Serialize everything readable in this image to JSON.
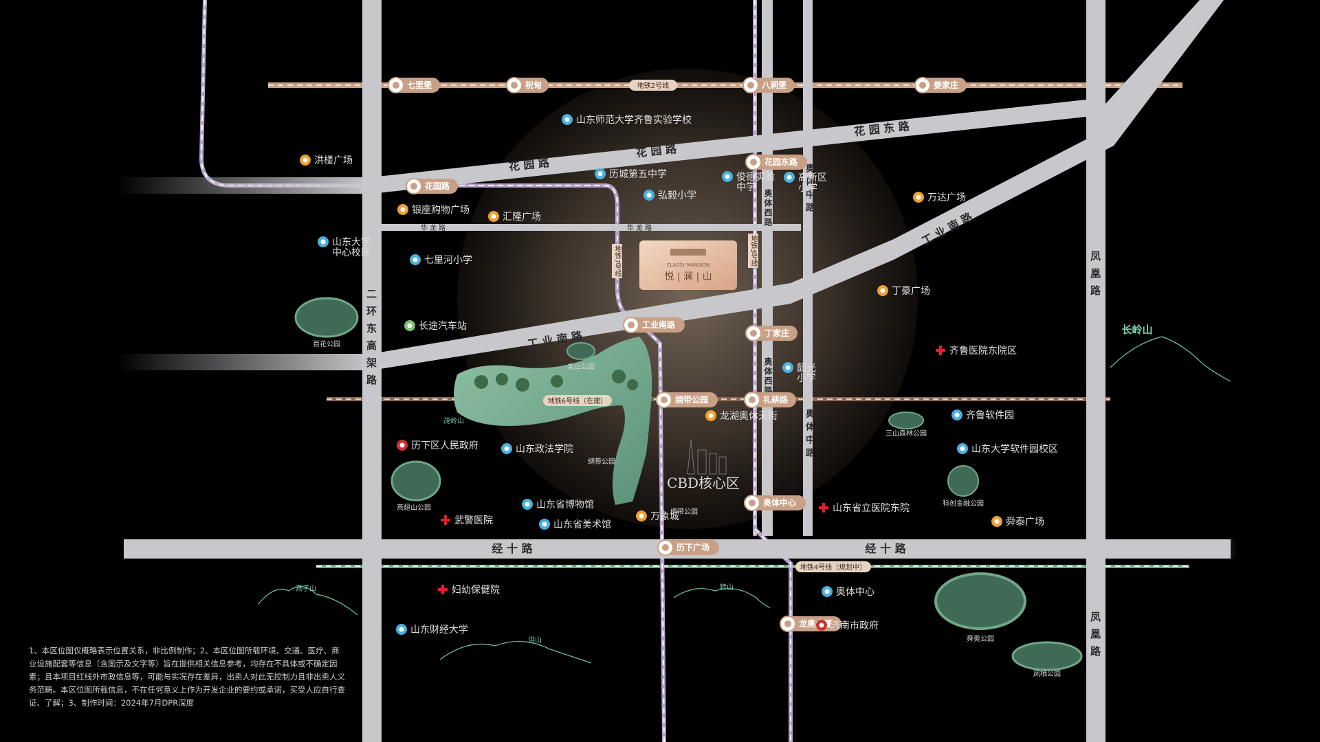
{
  "colors": {
    "background": "#000000",
    "road": "#c8c8cc",
    "metro_line": "#d9b08c",
    "station": "#c9a085",
    "park_green": "#6fa888",
    "glow": "#6a5a4c",
    "school_icon": "#4ab0e0",
    "mall_icon": "#f0a030",
    "hospital_icon": "#e02030",
    "gov_icon": "#d03030"
  },
  "roads": {
    "huayuan": "花 园 路",
    "huayuan_east": "花 园 东 路",
    "gongye_south_w": "工 业 南 路",
    "gongye_south_e": "工 业 南 路",
    "jingshi_w": "经 十 路",
    "jingshi_e": "经 十 路",
    "erhuan": "二环东高架路",
    "fenghuang_1": "凤凰路",
    "fenghuang_2": "凤凰路",
    "aoti_zhong_1": "奥体中路",
    "aoti_zhong_2": "奥体中路",
    "aoti_xi_1": "奥体西路",
    "aoti_xi_2": "奥体西路",
    "hualong_1": "华 龙 路",
    "hualong_2": "华 龙 路"
  },
  "metro": {
    "line2": "地铁2号线",
    "line6": "地铁6号线（在建）",
    "line4": "地铁4号线（规划中）",
    "line7": "地铁7号线",
    "line3": "地铁3号线"
  },
  "stations": [
    {
      "name": "七里堡"
    },
    {
      "name": "祝甸"
    },
    {
      "name": "八涧堡"
    },
    {
      "name": "姜家庄"
    },
    {
      "name": "花园路"
    },
    {
      "name": "花园东路"
    },
    {
      "name": "工业南路"
    },
    {
      "name": "丁家庄"
    },
    {
      "name": "绸带公园"
    },
    {
      "name": "礼耕路"
    },
    {
      "name": "奥体中心"
    },
    {
      "name": "历下广场"
    },
    {
      "name": "龙奥大厦"
    }
  ],
  "pois": [
    {
      "name": "山东师范大学齐鲁实验学校",
      "icon": "school-icon"
    },
    {
      "name": "洪楼广场",
      "icon": "mall-icon"
    },
    {
      "name": "历城第五中学",
      "icon": "school-icon"
    },
    {
      "name": "弘毅小学",
      "icon": "school-icon"
    },
    {
      "name": "俊德实验",
      "name2": "中学",
      "icon": "school-icon"
    },
    {
      "name": "高新区",
      "name2": "小学",
      "icon": "school-icon"
    },
    {
      "name": "银座购物广场",
      "icon": "mall-icon"
    },
    {
      "name": "汇隆广场",
      "icon": "mall-icon"
    },
    {
      "name": "万达广场",
      "icon": "mall-icon"
    },
    {
      "name": "山东大学",
      "name2": "中心校区",
      "icon": "school-icon"
    },
    {
      "name": "七里河小学",
      "icon": "school-icon"
    },
    {
      "name": "丁豪广场",
      "icon": "mall-icon"
    },
    {
      "name": "长途汽车站",
      "icon": "bus-icon"
    },
    {
      "name": "齐鲁医院东院区",
      "icon": "hospital-icon"
    },
    {
      "name": "韶光",
      "name2": "小学",
      "icon": "school-icon"
    },
    {
      "name": "龙湖奥体天街",
      "icon": "mall-icon"
    },
    {
      "name": "齐鲁软件园",
      "icon": "tech-icon"
    },
    {
      "name": "历下区人民政府",
      "icon": "gov-icon"
    },
    {
      "name": "山东政法学院",
      "icon": "school-icon"
    },
    {
      "name": "山东大学软件园校区",
      "icon": "school-icon"
    },
    {
      "name": "山东省博物馆",
      "icon": "museum-icon"
    },
    {
      "name": "武警医院",
      "icon": "hospital-icon"
    },
    {
      "name": "山东省美术馆",
      "icon": "museum-icon"
    },
    {
      "name": "万象城",
      "icon": "mall-icon"
    },
    {
      "name": "山东省立医院东院",
      "icon": "hospital-icon"
    },
    {
      "name": "舜泰广场",
      "icon": "mall-icon"
    },
    {
      "name": "妇幼保健院",
      "icon": "hospital-icon"
    },
    {
      "name": "奥体中心",
      "icon": "sport-icon"
    },
    {
      "name": "山东财经大学",
      "icon": "school-icon"
    },
    {
      "name": "济南市政府",
      "icon": "gov-icon"
    }
  ],
  "parks": {
    "baihua": "百花公园",
    "kuishan": "圭山公园",
    "sanshan": "三山森林公园",
    "yanzishan": "燕翅山公园",
    "choudai1": "绸带公园",
    "choudai2": "绸带公园",
    "kechuang": "科创金融公园",
    "shunao": "舜奥公园",
    "fengqi": "凤栖公园"
  },
  "mountains": {
    "maoling": "茂岭山",
    "yanzi": "燕子山",
    "zhuan": "转山",
    "hong": "洪山",
    "changling": "长岭山"
  },
  "cbd": "CBD核心区",
  "project": {
    "brand_en": "CLASSY  MANSION",
    "name": "悦 | 澜 | 山"
  },
  "disclaimer": "1、本区位图仅概略表示位置关系，非比例制作；2、本区位图所载环境、交通、医疗、商业设施配套等信息（含图示及文字等）旨在提供相关信息参考，均存在不具体或不确定因素；且本项目红线外市政信息等，可能与实况存在差异，出卖人对此无控制力且非出卖人义务范畴。本区位图所载信息，不在任何意义上作为开发企业的要约或承诺，买受人应自行查证、了解；3、制作时间：2024年7月DPR深度"
}
